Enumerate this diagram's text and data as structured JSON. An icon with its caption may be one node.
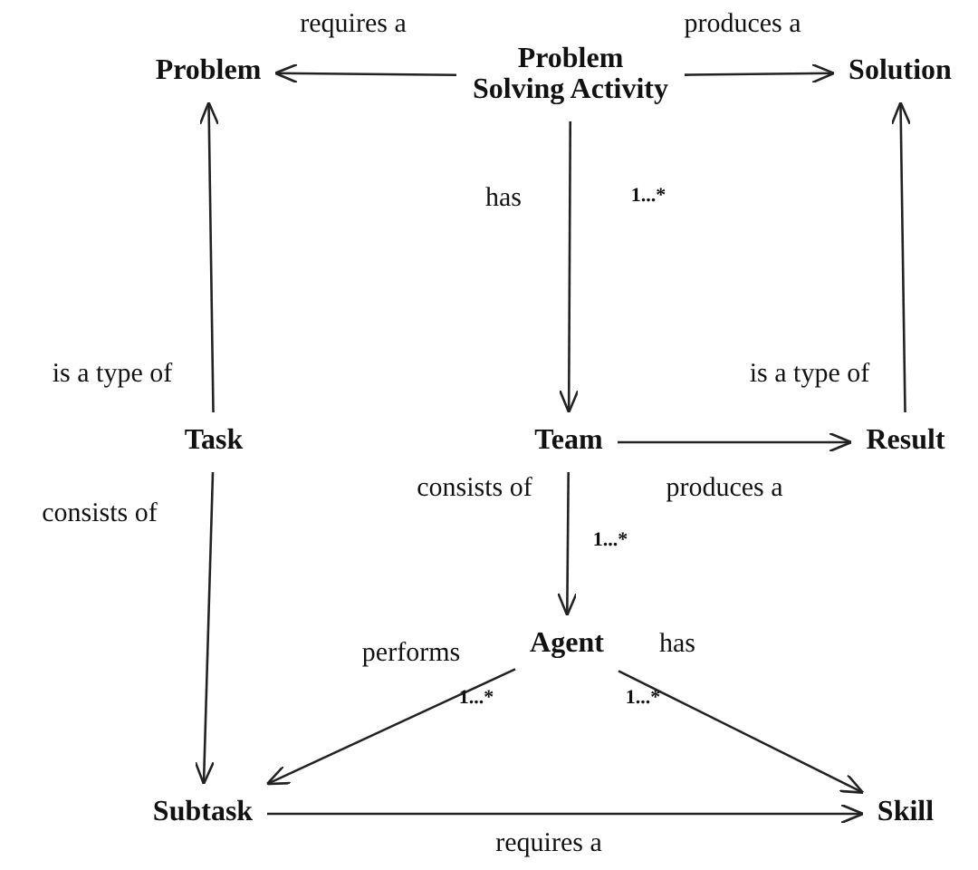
{
  "diagram": {
    "nodes": [
      {
        "text": [
          "Problem"
        ]
      },
      {
        "text": [
          "Problem Solving Activity"
        ]
      },
      {
        "text": [
          "Solution"
        ]
      },
      {
        "text": [
          "Task"
        ]
      },
      {
        "text": [
          "Team"
        ]
      },
      {
        "text": [
          "Result"
        ]
      },
      {
        "text": [
          "Agent"
        ]
      },
      {
        "text": [
          "Subtask"
        ]
      },
      {
        "text": [
          "Skill"
        ]
      }
    ],
    "edges": [
      {
        "from": 1,
        "to": 0,
        "arrow": "to",
        "label": "requires a"
      },
      {
        "from": 1,
        "to": 2,
        "arrow": "to",
        "label": "produces a"
      },
      {
        "from": 1,
        "to": 4,
        "arrow": "to",
        "label": "has"
      },
      {
        "from": 3,
        "to": 0,
        "arrow": "to",
        "label": "is a type of"
      },
      {
        "from": 5,
        "to": 2,
        "arrow": "to",
        "label": "is a type of"
      },
      {
        "from": 4,
        "to": 5,
        "arrow": "to",
        "label": "produces a"
      },
      {
        "from": 4,
        "to": 6,
        "arrow": "to",
        "label": "consists of"
      },
      {
        "from": 3,
        "to": 7,
        "arrow": "to",
        "label": "consists of"
      },
      {
        "from": 6,
        "to": 7,
        "arrow": "to",
        "label": "performs"
      },
      {
        "from": 6,
        "to": 8,
        "arrow": "to",
        "label": "has"
      },
      {
        "from": 7,
        "to": 8,
        "arrow": "to",
        "label": "requires a"
      }
    ],
    "labels": [
      "1...*",
      "1...*",
      "1...*",
      "1...*"
    ]
  }
}
